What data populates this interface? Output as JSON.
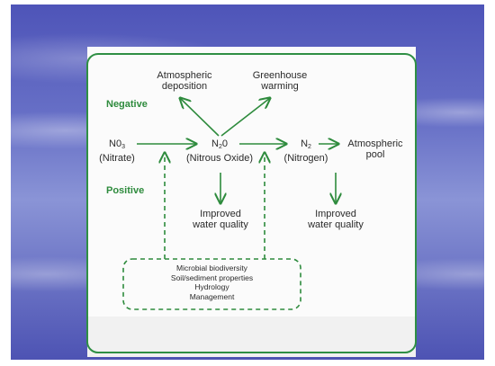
{
  "diagram": {
    "labels": {
      "atmospheric_deposition": "Atmospheric\ndeposition",
      "greenhouse_warming": "Greenhouse\nwarming",
      "negative": "Negative",
      "positive": "Positive",
      "no3_formula": "N0",
      "no3_subscript": "3",
      "no3_name": "(Nitrate)",
      "n2o_formula_pre": "N",
      "n2o_subscript": "2",
      "n2o_formula_post": "0",
      "n2o_name": "(Nitrous Oxide)",
      "n2_formula": "N",
      "n2_subscript": "2",
      "n2_name": "(Nitrogen)",
      "atmospheric_pool": "Atmospheric\npool",
      "improved_water_quality_1": "Improved\nwater quality",
      "improved_water_quality_2": "Improved\nwater quality",
      "factors": [
        "Microbial biodiversity",
        "Soil/sediment properties",
        "Hydrology",
        "Management"
      ]
    },
    "colors": {
      "green": "#2e8b3d",
      "text": "#2a2a2a",
      "frame_green": "#2f8f44",
      "background_blue": "#5a62c0"
    }
  }
}
